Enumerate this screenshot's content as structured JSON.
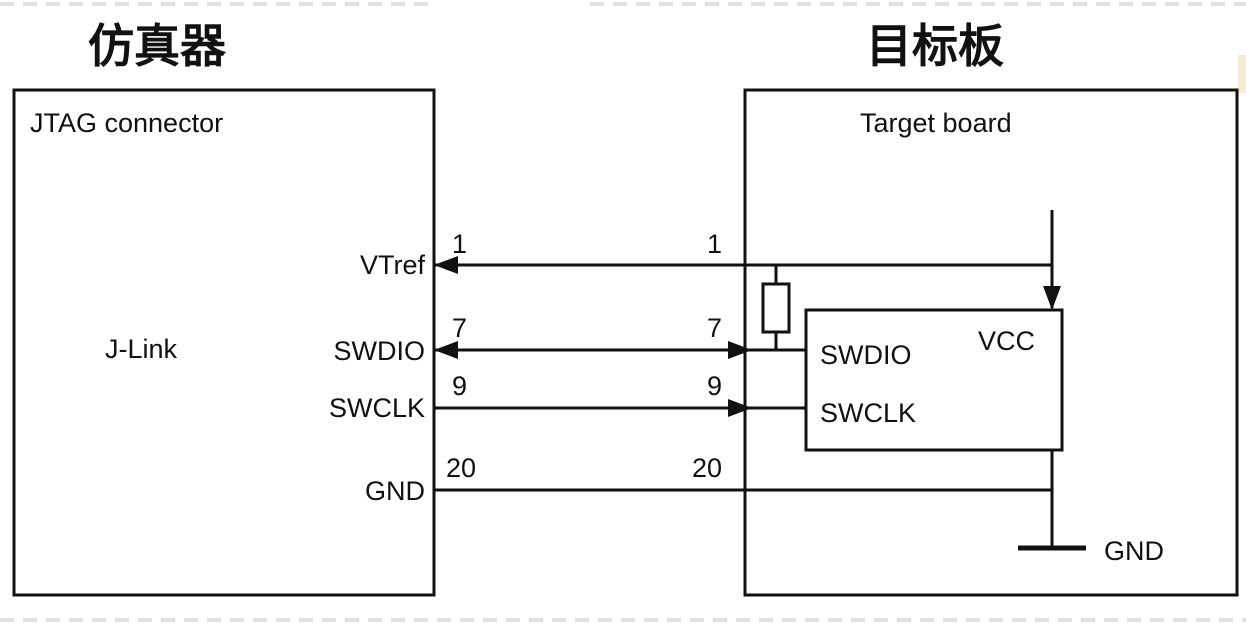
{
  "headers": {
    "left": "仿真器",
    "right": "目标板"
  },
  "left_box": {
    "title": "JTAG connector",
    "device": "J-Link",
    "pins": {
      "vtref": "VTref",
      "swdio": "SWDIO",
      "swclk": "SWCLK",
      "gnd": "GND"
    }
  },
  "right_box": {
    "title": "Target board"
  },
  "mcu": {
    "swdio": "SWDIO",
    "swclk": "SWCLK",
    "vcc": "VCC"
  },
  "gnd_symbol_label": "GND",
  "pin_numbers": {
    "vtref_left": "1",
    "vtref_right": "1",
    "swdio_left": "7",
    "swdio_right": "7",
    "swclk_left": "9",
    "swclk_right": "9",
    "gnd_left": "20",
    "gnd_right": "20"
  },
  "colors": {
    "line": "#111111",
    "background": "#ffffff"
  }
}
